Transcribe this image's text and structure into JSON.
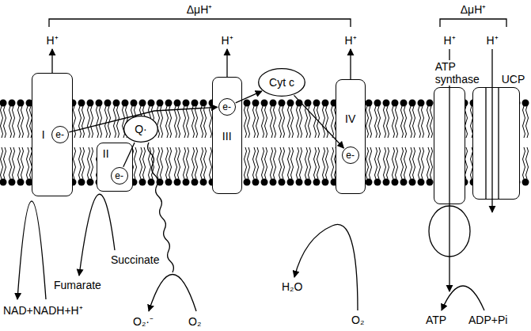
{
  "diagram": {
    "nodes": [
      {
        "text": [
          "I"
        ]
      },
      {
        "text": [
          "e-"
        ],
        "in": 0
      },
      {
        "text": [
          "II"
        ]
      },
      {
        "text": [
          "e-"
        ],
        "in": 2
      },
      {
        "text": [
          "Q·"
        ]
      },
      {
        "text": [
          "III"
        ]
      },
      {
        "text": [
          "e-"
        ],
        "in": 5
      },
      {
        "text": [
          "Cyt c"
        ]
      },
      {
        "text": [
          "IV"
        ]
      },
      {
        "text": [
          "e-"
        ],
        "in": 8
      },
      {
        "text": [
          "ATP synthase"
        ]
      },
      {
        "text": [
          "UCP"
        ]
      }
    ],
    "edges": [
      {
        "from": 1,
        "to": 6,
        "arrow": "to"
      },
      {
        "from": 3,
        "to": 4,
        "arrow": "none"
      },
      {
        "from": 6,
        "to": 7,
        "arrow": "to"
      },
      {
        "from": 7,
        "to": 9,
        "arrow": "to"
      }
    ],
    "labels": [
      "ΔμH⁺",
      "ΔμH⁺",
      "H⁺",
      "H⁺",
      "H⁺",
      "H⁺",
      "H⁺",
      "NAD+NADH+H⁺",
      "Succinate",
      "Fumarate",
      "O₂·⁻",
      "O₂",
      "H₂O",
      "O₂",
      "ATP",
      "ADP+Pi"
    ]
  }
}
